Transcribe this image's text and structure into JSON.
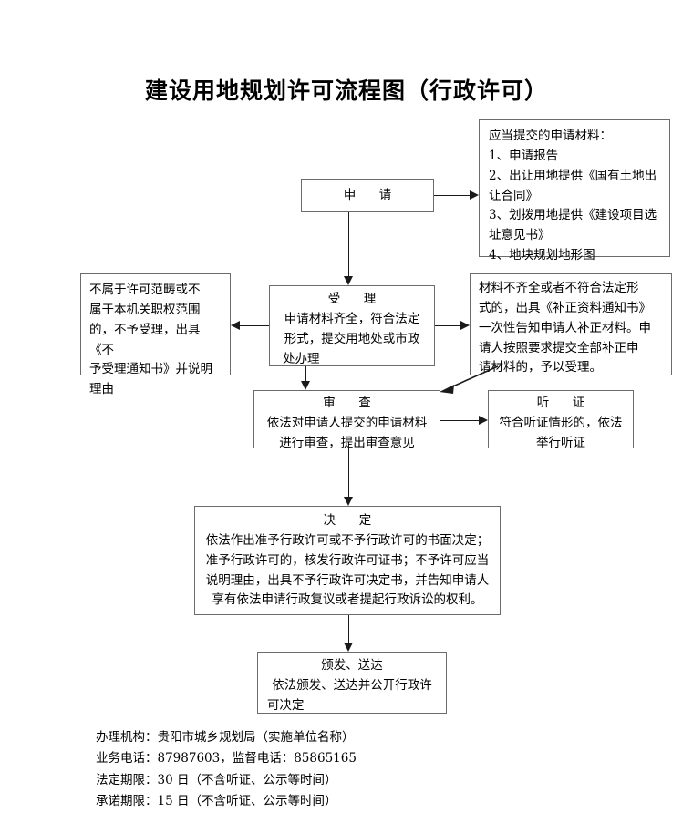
{
  "document": {
    "title": "建设用地规划许可流程图（行政许可）"
  },
  "nodes": {
    "apply": {
      "heading": "申　请"
    },
    "materials": {
      "lines": [
        "应当提交的申请材料：",
        "1、申请报告",
        "2、出让用地提供《国有土地出",
        "让合同》",
        "3、划拨用地提供《建设项目选",
        "址意见书》",
        "4、地块规划地形图"
      ]
    },
    "reject": {
      "lines": [
        "不属于许可范畴或不",
        "属于本机关职权范围",
        "的，不予受理，出具《不",
        "予受理通知书》并说明",
        "理由"
      ]
    },
    "accept": {
      "heading": "受　理",
      "lines": [
        "申请材料齐全，符合法定",
        "形式，提交用地处或市政",
        "处办理"
      ]
    },
    "supplement": {
      "lines": [
        "材料不齐全或者不符合法定形",
        "式的，出具《补正资料通知书》",
        "一次性告知申请人补正材料。申",
        "请人按照要求提交全部补正申",
        "请材料的，予以受理。"
      ]
    },
    "review": {
      "heading": "审　查",
      "lines": [
        "依法对申请人提交的申请材料",
        "进行审查，提出审查意见"
      ]
    },
    "hearing": {
      "heading": "听　证",
      "lines": [
        "符合听证情形的，依法",
        "举行听证"
      ]
    },
    "decision": {
      "heading": "决　定",
      "lines": [
        "依法作出准予行政许可或不予行政许可的书面决定；",
        "准予行政许可的，核发行政许可证书；不予许可应当",
        "说明理由，出具不予行政许可决定书，并告知申请人",
        "享有依法申请行政复议或者提起行政诉讼的权利。"
      ]
    },
    "issue": {
      "heading": "颁发、送达",
      "lines": [
        "依法颁发、送达并公开行政许",
        "可决定"
      ]
    }
  },
  "footer": {
    "lines": [
      "办理机构：贵阳市城乡规划局（实施单位名称）",
      "业务电话：87987603，监督电话：85865165",
      "法定期限：30 日（不含听证、公示等时间）",
      "承诺期限：15 日（不含听证、公示等时间）"
    ]
  },
  "colors": {
    "box_border": "#6b6b6b",
    "connector": "#1a1a1a",
    "background": "#ffffff",
    "text": "#000000"
  }
}
